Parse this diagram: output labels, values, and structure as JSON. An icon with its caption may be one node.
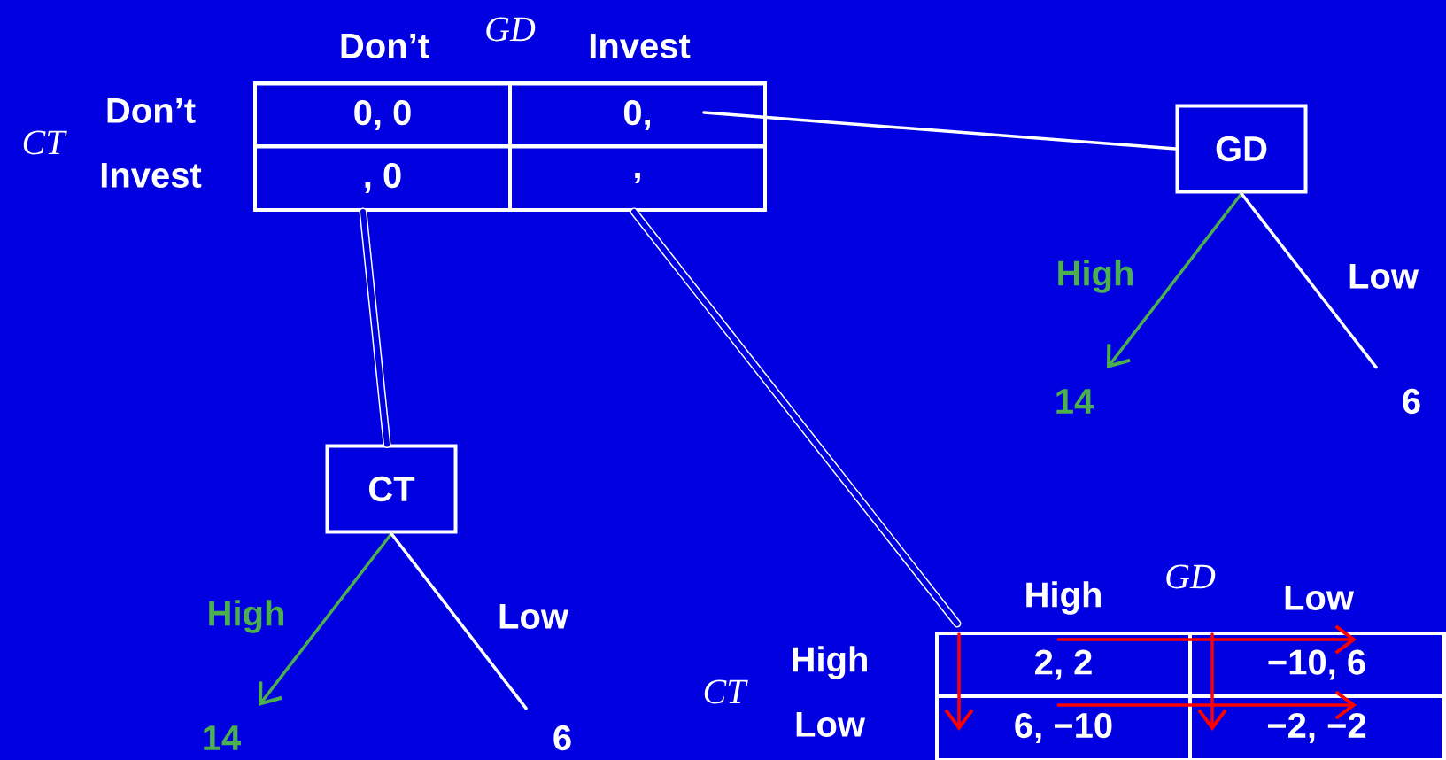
{
  "diagram": {
    "nodes": [
      {
        "text": [],
        "shape": "box"
      },
      {
        "text": [
          "0, 0"
        ],
        "in": 0
      },
      {
        "text": [
          "0,"
        ],
        "in": 0
      },
      {
        "text": [
          ", 0"
        ],
        "in": 0
      },
      {
        "text": [
          ","
        ],
        "in": 0
      },
      {
        "text": [
          "GD"
        ]
      },
      {
        "text": [
          "14"
        ]
      },
      {
        "text": [
          "6"
        ]
      },
      {
        "text": [
          "CT"
        ]
      },
      {
        "text": [
          "14"
        ]
      },
      {
        "text": [
          "6"
        ]
      },
      {
        "text": [],
        "shape": "box"
      },
      {
        "text": [
          "2, 2"
        ],
        "in": 11
      },
      {
        "text": [
          "−10, 6"
        ],
        "in": 11
      },
      {
        "text": [
          "6, −10"
        ],
        "in": 11
      },
      {
        "text": [
          "−2, −2"
        ],
        "in": 11
      }
    ],
    "edges": [
      {
        "from": 2,
        "to": 5,
        "arrow": "none"
      },
      {
        "from": 3,
        "to": 8,
        "arrow": "none",
        "style": "thick"
      },
      {
        "from": 4,
        "to": 11,
        "arrow": "none",
        "style": "thick"
      },
      {
        "from": 5,
        "to": 6,
        "arrow": "to",
        "label": "High",
        "color": "#4caf50"
      },
      {
        "from": 5,
        "to": 7,
        "arrow": "none",
        "label": "Low"
      },
      {
        "from": 8,
        "to": 9,
        "arrow": "to",
        "label": "High",
        "color": "#4caf50"
      },
      {
        "from": 8,
        "to": 10,
        "arrow": "none",
        "label": "Low"
      },
      {
        "from": 12,
        "to": 13,
        "arrow": "to",
        "color": "#ff0000"
      },
      {
        "from": 14,
        "to": 15,
        "arrow": "to",
        "color": "#ff0000"
      },
      {
        "from": 12,
        "to": 14,
        "arrow": "to",
        "color": "#ff0000"
      },
      {
        "from": 13,
        "to": 15,
        "arrow": "to",
        "color": "#ff0000"
      }
    ],
    "labels": [
      "Don’t",
      "GD",
      "Invest",
      "CT",
      "Don’t",
      "Invest",
      "High",
      "GD",
      "Low",
      "CT",
      "High",
      "Low"
    ]
  }
}
